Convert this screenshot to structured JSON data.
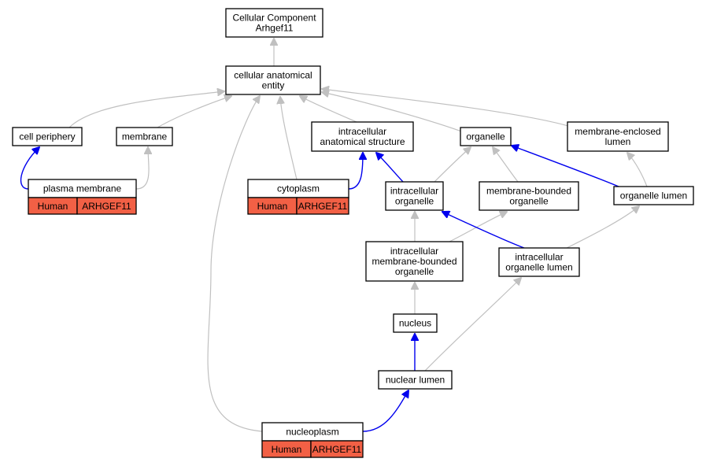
{
  "diagram": {
    "nodes": {
      "root": [
        "Cellular Component",
        "Arhgef11"
      ],
      "cae": [
        "cellular anatomical",
        "entity"
      ],
      "cellperiph": [
        "cell periphery"
      ],
      "membrane": [
        "membrane"
      ],
      "ias": [
        "intracellular",
        "anatomical structure"
      ],
      "organelle": [
        "organelle"
      ],
      "mel": [
        "membrane-enclosed",
        "lumen"
      ],
      "pm": [
        "plasma membrane"
      ],
      "cyto": [
        "cytoplasm"
      ],
      "io": [
        "intracellular",
        "organelle"
      ],
      "mbo": [
        "membrane-bounded",
        "organelle"
      ],
      "ol": [
        "organelle lumen"
      ],
      "imbo": [
        "intracellular",
        "membrane-bounded",
        "organelle"
      ],
      "iol": [
        "intracellular",
        "organelle lumen"
      ],
      "nucleus": [
        "nucleus"
      ],
      "nl": [
        "nuclear lumen"
      ],
      "np": [
        "nucleoplasm"
      ]
    },
    "annotations": {
      "pm": [
        "Human",
        "ARHGEF11"
      ],
      "cyto": [
        "Human",
        "ARHGEF11"
      ],
      "np": [
        "Human",
        "ARHGEF11"
      ]
    },
    "edges": [
      {
        "from": "cae",
        "to": "root",
        "color": "gray"
      },
      {
        "from": "cellperiph",
        "to": "cae",
        "color": "gray"
      },
      {
        "from": "membrane",
        "to": "cae",
        "color": "gray"
      },
      {
        "from": "ias",
        "to": "cae",
        "color": "gray"
      },
      {
        "from": "organelle",
        "to": "cae",
        "color": "gray"
      },
      {
        "from": "mel",
        "to": "cae",
        "color": "gray"
      },
      {
        "from": "cyto",
        "to": "cae",
        "color": "gray"
      },
      {
        "from": "np",
        "to": "cae",
        "color": "gray"
      },
      {
        "from": "pm",
        "to": "cellperiph",
        "color": "blue"
      },
      {
        "from": "pm",
        "to": "membrane",
        "color": "gray"
      },
      {
        "from": "cyto",
        "to": "ias",
        "color": "blue"
      },
      {
        "from": "io",
        "to": "ias",
        "color": "blue"
      },
      {
        "from": "io",
        "to": "organelle",
        "color": "gray"
      },
      {
        "from": "mbo",
        "to": "organelle",
        "color": "gray"
      },
      {
        "from": "ol",
        "to": "organelle",
        "color": "blue"
      },
      {
        "from": "ol",
        "to": "mel",
        "color": "gray"
      },
      {
        "from": "imbo",
        "to": "io",
        "color": "gray"
      },
      {
        "from": "imbo",
        "to": "mbo",
        "color": "gray"
      },
      {
        "from": "iol",
        "to": "io",
        "color": "blue"
      },
      {
        "from": "iol",
        "to": "ol",
        "color": "gray"
      },
      {
        "from": "nucleus",
        "to": "imbo",
        "color": "gray"
      },
      {
        "from": "nl",
        "to": "nucleus",
        "color": "blue"
      },
      {
        "from": "nl",
        "to": "iol",
        "color": "gray"
      },
      {
        "from": "np",
        "to": "nl",
        "color": "blue"
      }
    ],
    "colors": {
      "gray_edge": "#c0c0c0",
      "blue_edge": "#0000ee",
      "annotation_fill": "#f26045"
    }
  }
}
